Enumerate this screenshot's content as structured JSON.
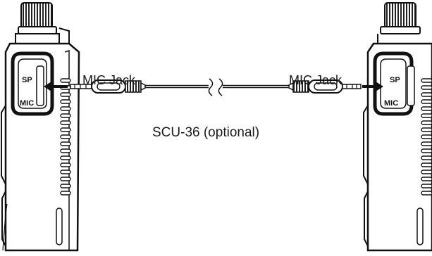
{
  "labels": {
    "mic_jack_left": "MIC Jack",
    "mic_jack_right": "MIC Jack",
    "cable": "SCU-36 (optional)"
  },
  "radio_left": {
    "port_sp": "SP",
    "port_mic": "MIC"
  },
  "radio_right": {
    "port_sp": "SP",
    "port_mic": "MIC"
  },
  "colors": {
    "ink": "#111111",
    "background": "#ffffff"
  }
}
